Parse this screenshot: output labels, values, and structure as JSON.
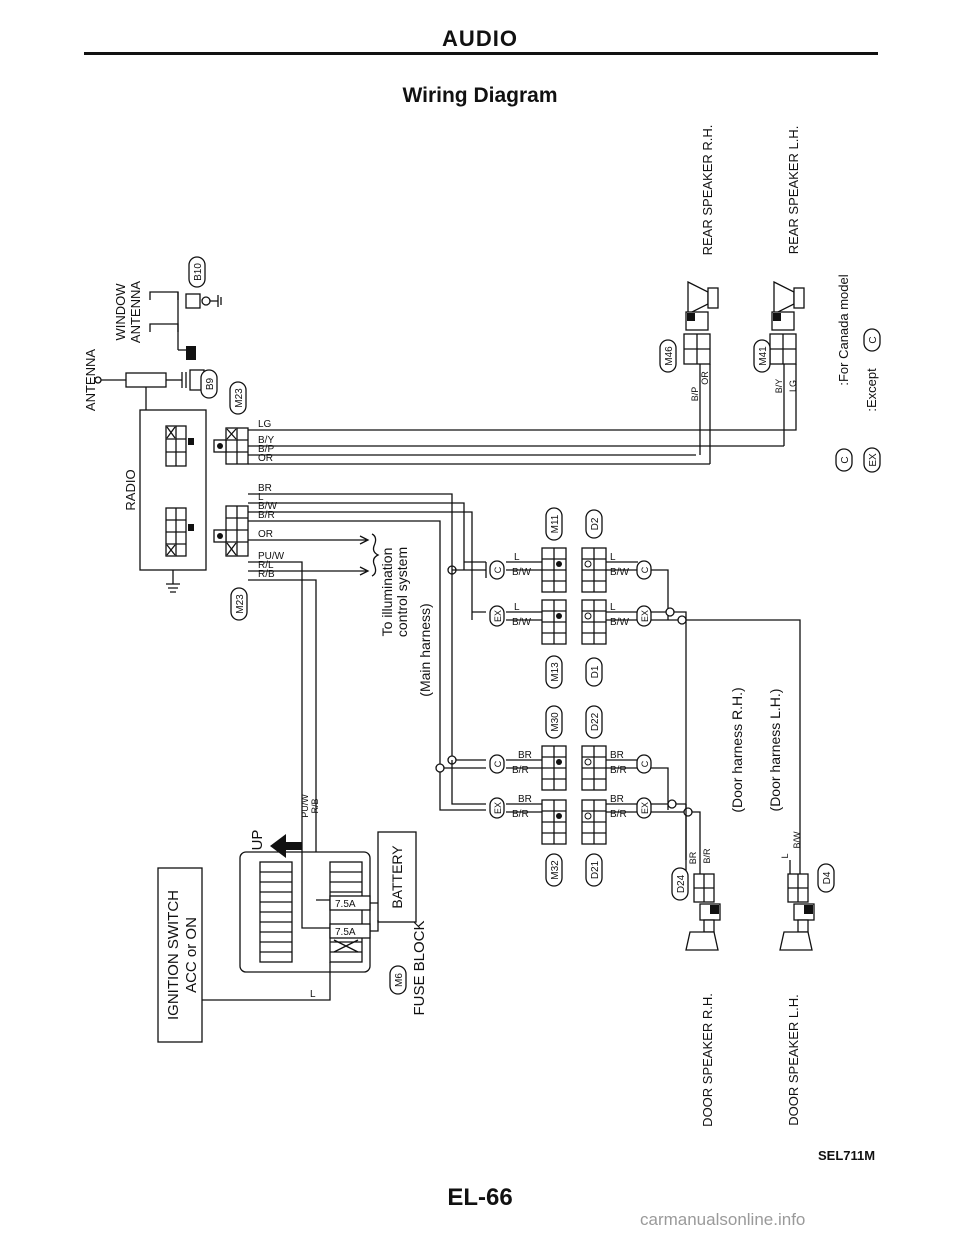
{
  "header": {
    "section": "AUDIO",
    "subtitle": "Wiring Diagram"
  },
  "footer": {
    "page_number": "EL-66",
    "figure_code": "SEL711M",
    "watermark": "carmanualsonline.info"
  },
  "components": {
    "antenna": "ANTENNA",
    "window_antenna_line1": "WINDOW",
    "window_antenna_line2": "ANTENNA",
    "radio": "RADIO",
    "rear_speaker_rh": "REAR SPEAKER R.H.",
    "rear_speaker_lh": "REAR SPEAKER L.H.",
    "door_speaker_rh": "DOOR SPEAKER R.H.",
    "door_speaker_lh": "DOOR SPEAKER L.H.",
    "ignition_line1": "IGNITION SWITCH",
    "ignition_line2": "ACC or ON",
    "fuse_block": "FUSE BLOCK",
    "battery": "BATTERY",
    "up": "UP",
    "fuse_rating": "7.5A",
    "illum_line1": "To illumination",
    "illum_line2": "control system",
    "main_harness": "(Main harness)",
    "door_harness_rh": "(Door harness R.H.)",
    "door_harness_lh": "(Door harness L.H.)"
  },
  "connectors": {
    "b10": "B10",
    "b9": "B9",
    "m23_top": "M23",
    "m23_bottom": "M23",
    "m6": "M6",
    "m46": "M46",
    "m41": "M41",
    "m11": "M11",
    "d2": "D2",
    "m13": "M13",
    "d1": "D1",
    "m30": "M30",
    "d22": "D22",
    "m32": "M32",
    "d21": "D21",
    "d24": "D24",
    "d4": "D4"
  },
  "wires": {
    "lg": "LG",
    "by": "B/Y",
    "bp": "B/P",
    "or": "OR",
    "br": "BR",
    "l": "L",
    "bw": "B/W",
    "br_r": "B/R",
    "puw": "PU/W",
    "rl": "R/L",
    "rb": "R/B"
  },
  "legend": {
    "c_symbol": "C",
    "c_text": ":For Canada model",
    "ex_symbol": "EX",
    "ex_text": ":Except"
  }
}
